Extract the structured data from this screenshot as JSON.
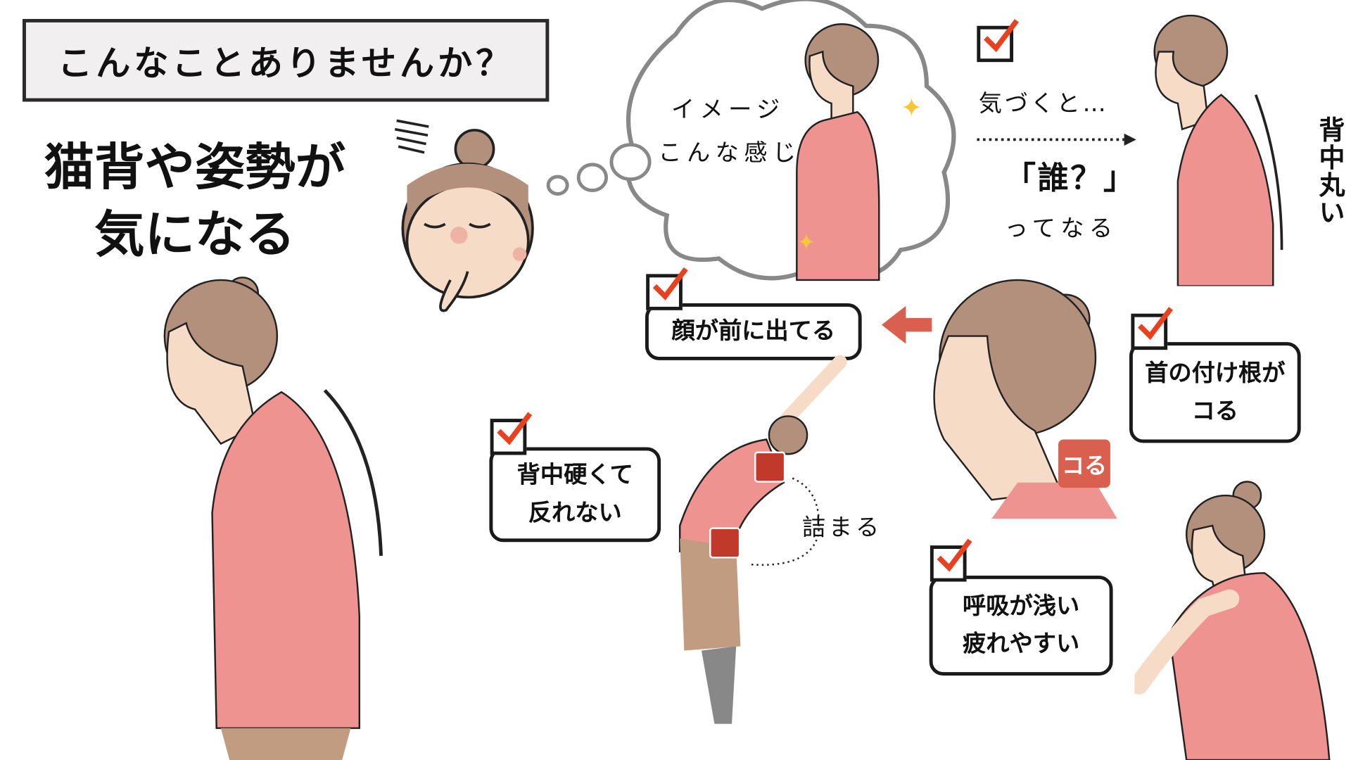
{
  "title": "こんなことありませんか？",
  "headline": {
    "line1": "猫背や姿勢が",
    "line2": "気になる"
  },
  "thought_bubble": {
    "line1": "イメージ",
    "line2": "こんな感じ"
  },
  "realization": {
    "line1": "気づくと…",
    "line2": "「誰？」",
    "line3": "ってなる"
  },
  "vertical_label": "背中丸い",
  "symptoms": [
    {
      "label": "顔が前に出てる"
    },
    {
      "label_line1": "首の付け根が",
      "label_line2": "コる"
    },
    {
      "label_line1": "背中硬くて",
      "label_line2": "反れない"
    },
    {
      "label_line1": "呼吸が浅い",
      "label_line2": "疲れやすい"
    }
  ],
  "tags": {
    "koru": "コる",
    "tsumaru": "詰まる"
  },
  "colors": {
    "accent_red": "#d9604f",
    "check_red": "#e8411f",
    "shirt": "#ef9391",
    "hair": "#b3907c",
    "skin": "#f6dcc7"
  }
}
